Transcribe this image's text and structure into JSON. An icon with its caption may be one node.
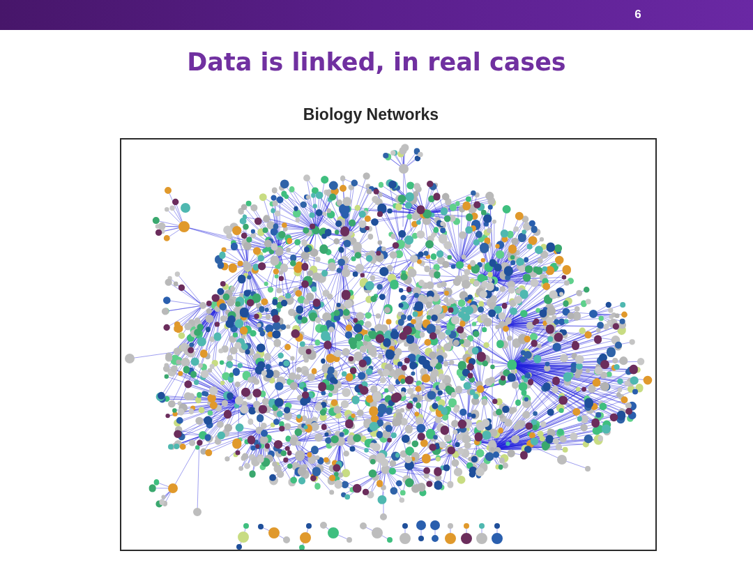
{
  "diagram": {
    "title": "Data is linked, in real cases",
    "labels": [
      "6",
      "Biology Networks"
    ]
  }
}
